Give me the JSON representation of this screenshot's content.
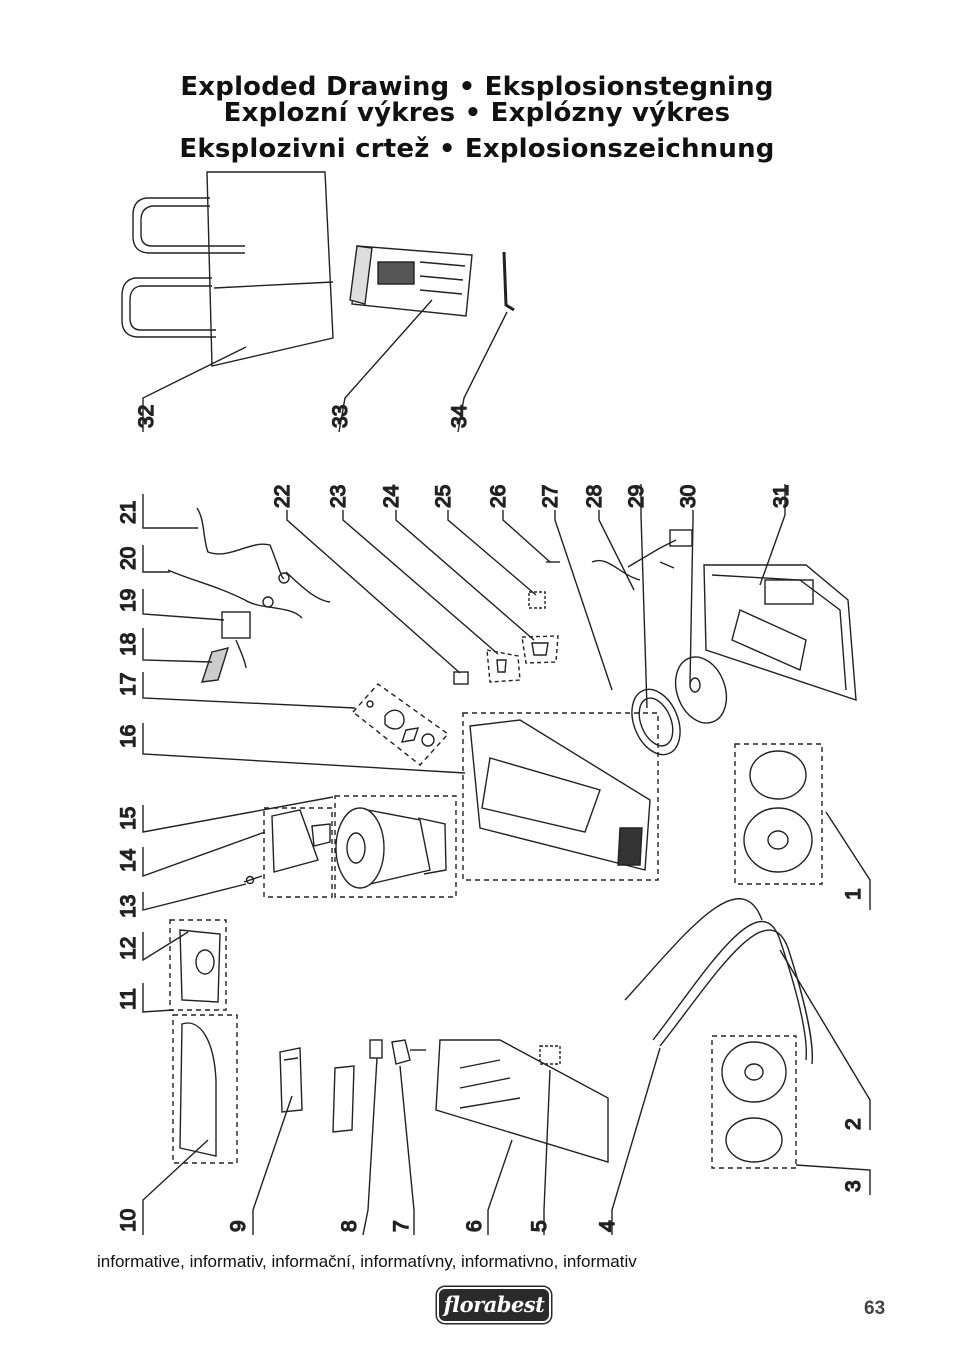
{
  "title_lines": [
    "Exploded Drawing • Eksplosionstegning",
    "Explozní výkres • Explózny výkres",
    "Eksplozivni crtež • Explosionszeichnung"
  ],
  "part_numbers": {
    "p1": "1",
    "p2": "2",
    "p3": "3",
    "p4": "4",
    "p5": "5",
    "p6": "6",
    "p7": "7",
    "p8": "8",
    "p9": "9",
    "p10": "10",
    "p11": "11",
    "p12": "12",
    "p13": "13",
    "p14": "14",
    "p15": "15",
    "p16": "16",
    "p17": "17",
    "p18": "18",
    "p19": "19",
    "p20": "20",
    "p21": "21",
    "p22": "22",
    "p23": "23",
    "p24": "24",
    "p25": "25",
    "p26": "26",
    "p27": "27",
    "p28": "28",
    "p29": "29",
    "p30": "30",
    "p31": "31",
    "p32": "32",
    "p33": "33",
    "p34": "34"
  },
  "caption": "informative, informativ, informační, informatívny, informativno, informativ",
  "logo": {
    "text": "florabest"
  },
  "page_number": "63",
  "colors": {
    "ink": "#222222",
    "logo_bg": "#2a2a2a"
  }
}
